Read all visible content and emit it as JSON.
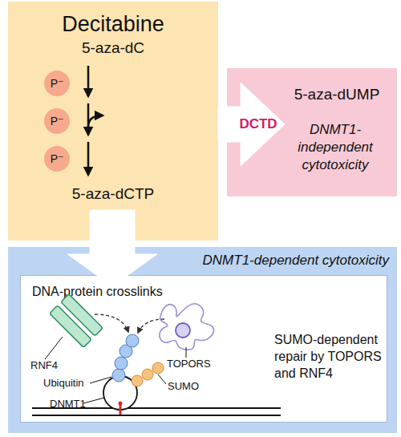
{
  "diagram": {
    "nodes": [
      {
        "text": [
          "Decitabine",
          "5-aza-dC",
          "5-aza-dCTP"
        ]
      },
      {
        "text": [
          "P⁻"
        ],
        "in": 0
      },
      {
        "text": [
          "P⁻"
        ],
        "in": 0
      },
      {
        "text": [
          "P⁻"
        ],
        "in": 0
      },
      {
        "text": [
          "5-aza-dUMP",
          "DNMT1-independent cytotoxicity"
        ]
      },
      {
        "text": [
          "DNMT1-dependent cytotoxicity"
        ]
      },
      {
        "text": [
          "DNA-protein crosslinks",
          "SUMO-dependent repair by TOPORS and RNF4"
        ],
        "in": 5
      }
    ],
    "edges": [
      {
        "from": 0,
        "to": 4,
        "label": "DCTD",
        "arrow": "to"
      },
      {
        "from": 0,
        "to": 5,
        "arrow": "to"
      }
    ],
    "labels": [
      "RNF4",
      "Ubiquitin",
      "TOPORS",
      "DNMT1",
      "SUMO"
    ]
  }
}
